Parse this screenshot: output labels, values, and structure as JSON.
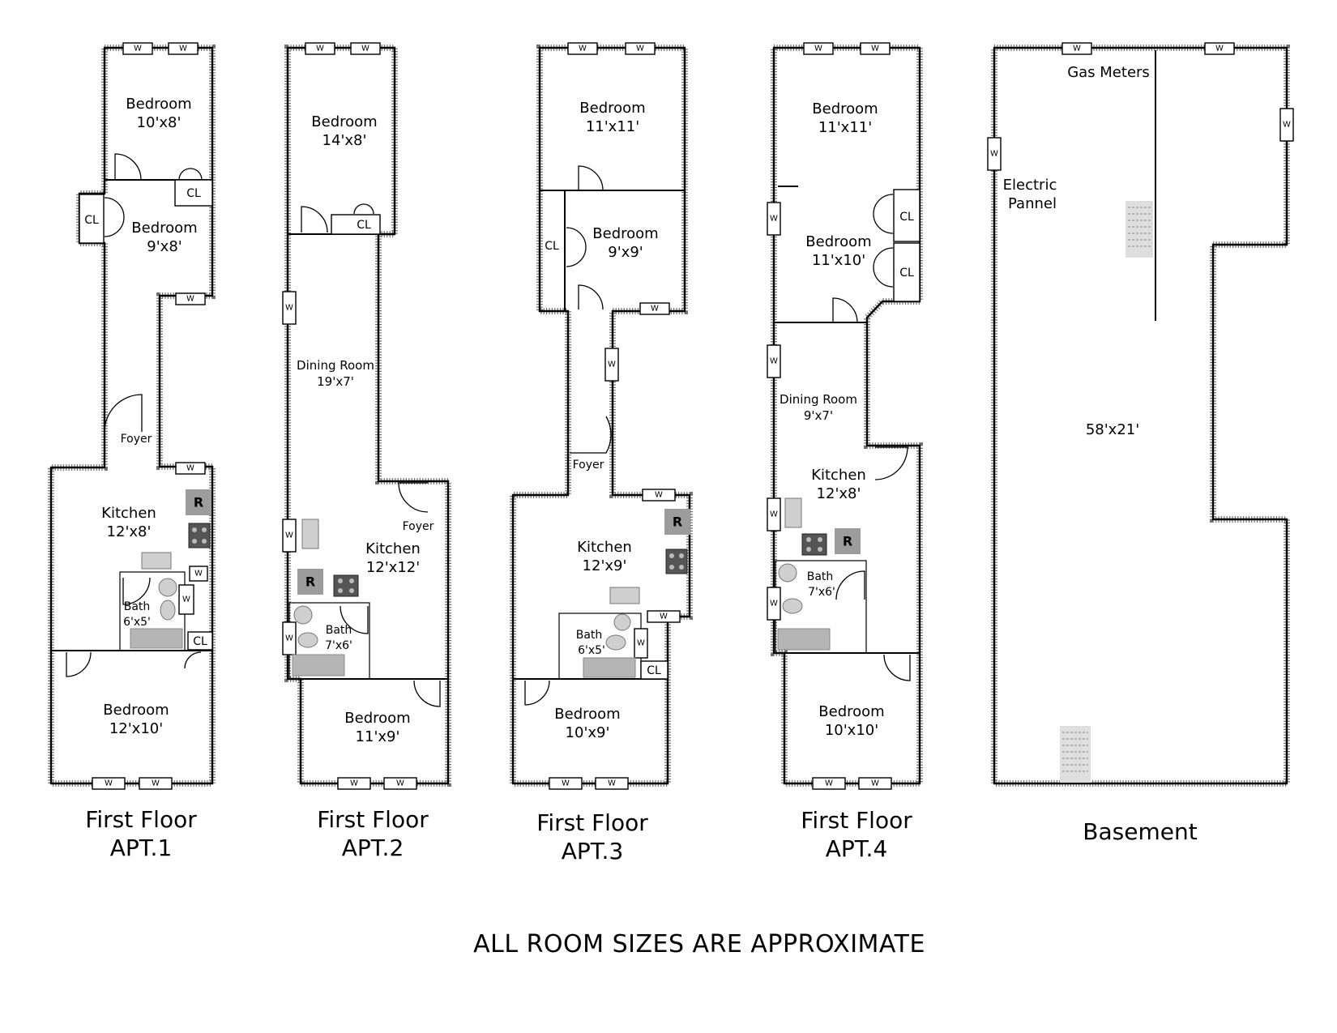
{
  "apartments": [
    {
      "floor": "First Floor",
      "name": "APT.1",
      "rooms": [
        {
          "name": "Bedroom",
          "size": "10'x8'"
        },
        {
          "name": "Bedroom",
          "size": "9'x8'"
        },
        {
          "name": "Kitchen",
          "size": "12'x8'"
        },
        {
          "name": "Bath",
          "size": "6'x5'"
        },
        {
          "name": "Bedroom",
          "size": "12'x10'"
        }
      ],
      "labels": {
        "foyer": "Foyer",
        "closet": "CL",
        "fridge": "R"
      }
    },
    {
      "floor": "First Floor",
      "name": "APT.2",
      "rooms": [
        {
          "name": "Bedroom",
          "size": "14'x8'"
        },
        {
          "name": "Dining Room",
          "size": "19'x7'"
        },
        {
          "name": "Kitchen",
          "size": "12'x12'"
        },
        {
          "name": "Bath",
          "size": "7'x6'"
        },
        {
          "name": "Bedroom",
          "size": "11'x9'"
        }
      ],
      "labels": {
        "foyer": "Foyer",
        "closet": "CL",
        "fridge": "R"
      }
    },
    {
      "floor": "First Floor",
      "name": "APT.3",
      "rooms": [
        {
          "name": "Bedroom",
          "size": "11'x11'"
        },
        {
          "name": "Bedroom",
          "size": "9'x9'"
        },
        {
          "name": "Kitchen",
          "size": "12'x9'"
        },
        {
          "name": "Bath",
          "size": "6'x5'"
        },
        {
          "name": "Bedroom",
          "size": "10'x9'"
        }
      ],
      "labels": {
        "foyer": "Foyer",
        "closet": "CL",
        "fridge": "R"
      }
    },
    {
      "floor": "First Floor",
      "name": "APT.4",
      "rooms": [
        {
          "name": "Bedroom",
          "size": "11'x11'"
        },
        {
          "name": "Bedroom",
          "size": "11'x10'"
        },
        {
          "name": "Dining Room",
          "size": "9'x7'"
        },
        {
          "name": "Kitchen",
          "size": "12'x8'"
        },
        {
          "name": "Bath",
          "size": "7'x6'"
        },
        {
          "name": "Bedroom",
          "size": "10'x10'"
        }
      ],
      "labels": {
        "closet": "CL",
        "fridge": "R"
      }
    }
  ],
  "basement": {
    "name": "Basement",
    "size": "58'x21'",
    "gas_meters": "Gas Meters",
    "electric_1": "Electric",
    "electric_2": "Pannel"
  },
  "window_label": "W",
  "footer_note": "ALL ROOM SIZES ARE APPROXIMATE"
}
